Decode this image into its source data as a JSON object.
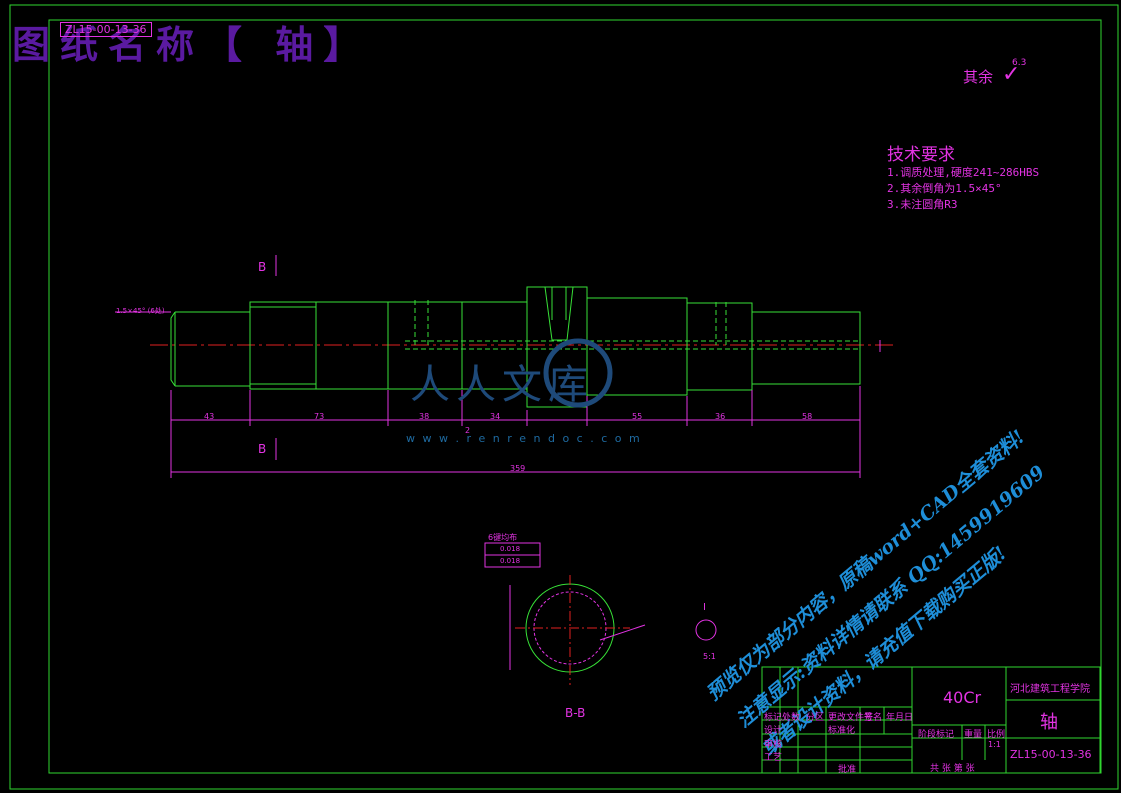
{
  "banner": {
    "title": "图纸名称【 轴】",
    "overlay_code": "ZL15-00-13-36"
  },
  "roughness": {
    "label": "其余",
    "value": "6.3"
  },
  "tech": {
    "title": "技术要求",
    "lines": [
      "1.调质处理,硬度241~286HBS",
      "2.其余倒角为1.5×45°",
      "3.未注圆角R3"
    ]
  },
  "section_marks": {
    "top": "B",
    "bottom": "B",
    "section_label": "B-B",
    "detail": "I",
    "detail_scale": "5:1"
  },
  "dims": {
    "chamfer": "1.5×45° (6处)",
    "segments": [
      "43",
      "73",
      "38",
      "34",
      "55",
      "36",
      "58"
    ],
    "total": "359",
    "gap": "2"
  },
  "spline": {
    "title": "6键均布",
    "tol1": "0.018",
    "tol2": "0.018"
  },
  "watermark": {
    "brand": "人人文库",
    "url": "w w w . r e n r e n d o c . c o m",
    "line1": "预览仅为部分内容，原稿word+CAD全套资料!",
    "line2": "注意显示:资料详情请联系 QQ:1459919609",
    "line3": "或者设计资料，请充值下载购买正版!"
  },
  "titleblock": {
    "material": "40Cr",
    "school": "河北建筑工程学院",
    "part": "轴",
    "drawing_no": "ZL15-00-13-36",
    "scale": "1:1",
    "headers": [
      "标记",
      "处数",
      "分区",
      "更改文件号",
      "签名",
      "年月日"
    ],
    "rows": [
      "设计",
      "审核",
      "工艺",
      "批准",
      "标准化"
    ],
    "stage": "阶段标记",
    "weight": "重量",
    "scale_h": "比例",
    "sheets": "共 张 第 张"
  },
  "colors": {
    "frame": "#2fd62f",
    "dim": "#e233e2",
    "center": "#e02020",
    "outline": "#37e037",
    "hatch": "#e233e2",
    "wm": "#1e8ed8"
  }
}
